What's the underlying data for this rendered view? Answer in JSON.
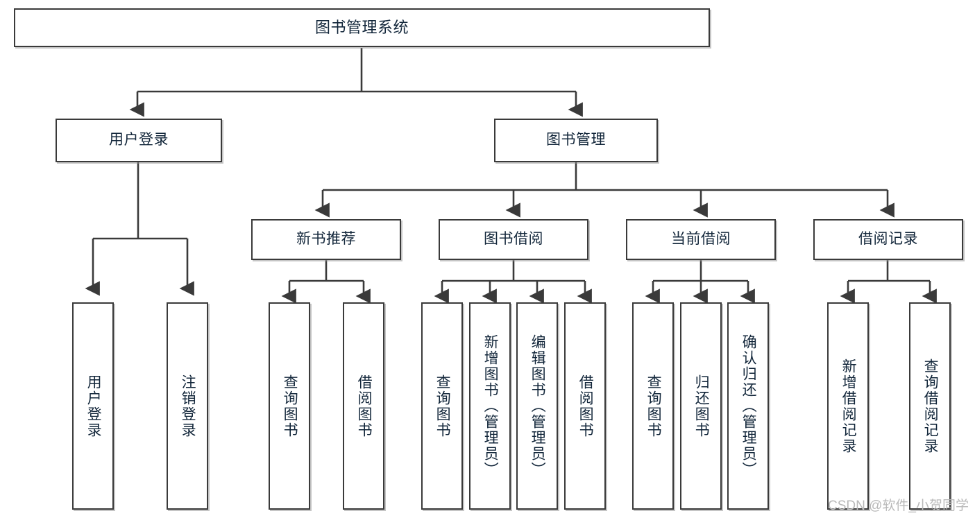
{
  "diagram": {
    "title": "图书管理系统",
    "type": "hierarchy-tree",
    "watermark": "CSDN @软件_小贺同学",
    "colors": {
      "box_border": "#3a3a3a",
      "box_fill": "#ffffff",
      "text": "#12263a",
      "edge": "#3a3a3a",
      "watermark": "#b9b9b9",
      "background": "#ffffff"
    },
    "root": {
      "label": "图书管理系统"
    },
    "level2": [
      {
        "label": "用户登录"
      },
      {
        "label": "图书管理"
      }
    ],
    "level3": [
      {
        "label": "新书推荐"
      },
      {
        "label": "图书借阅"
      },
      {
        "label": "当前借阅"
      },
      {
        "label": "借阅记录"
      }
    ],
    "leaves": {
      "user_login": [
        {
          "label": "用户登录"
        },
        {
          "label": "注销登录"
        }
      ],
      "new_book_recommend": [
        {
          "label": "查询图书"
        },
        {
          "label": "借阅图书"
        }
      ],
      "book_borrow": [
        {
          "label": "查询图书"
        },
        {
          "label": "新增图书（管理员）"
        },
        {
          "label": "编辑图书（管理员）"
        },
        {
          "label": "借阅图书"
        }
      ],
      "current_borrow": [
        {
          "label": "查询图书"
        },
        {
          "label": "归还图书"
        },
        {
          "label": "确认归还（管理员）"
        }
      ],
      "borrow_record": [
        {
          "label": "新增借阅记录"
        },
        {
          "label": "查询借阅记录"
        }
      ]
    }
  }
}
